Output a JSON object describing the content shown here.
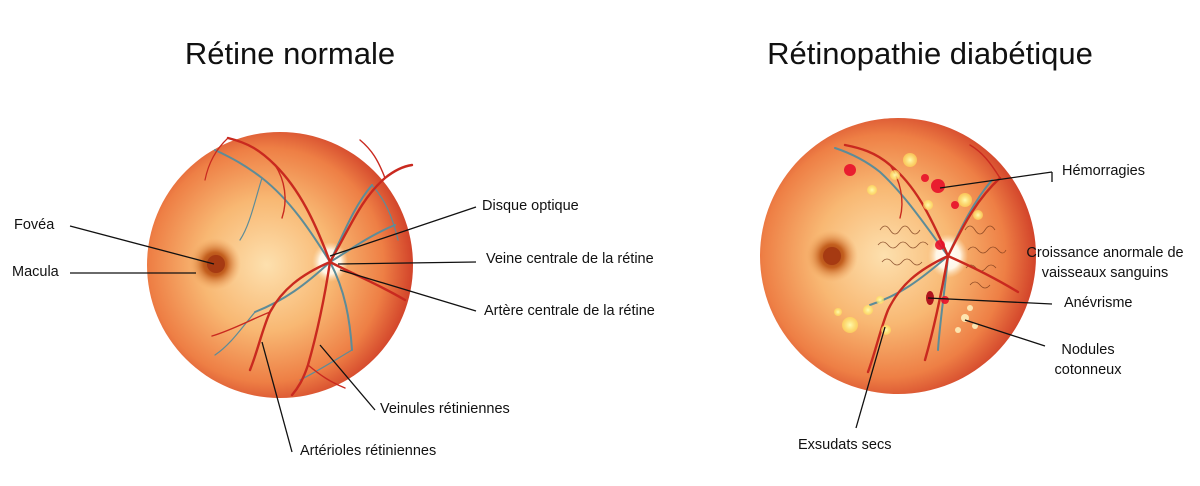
{
  "titles": {
    "left": "Rétine normale",
    "right": "Rétinopathie diabétique"
  },
  "left_labels": {
    "fovea": "Fovéa",
    "macula": "Macula",
    "disque_optique": "Disque optique",
    "veine_centrale": "Veine centrale de la rétine",
    "artere_centrale": "Artère centrale de la rétine",
    "veinules": "Veinules rétiniennes",
    "arterioles": "Artérioles rétiniennes"
  },
  "right_labels": {
    "hemorragies": "Hémorragies",
    "croissance_line1": "Croissance anormale de",
    "croissance_line2": "vaisseaux sanguins",
    "anevrisme": "Anévrisme",
    "nodules_line1": "Nodules",
    "nodules_line2": "cotonneux",
    "exsudats": "Exsudats secs"
  },
  "colors": {
    "retina_center": "#fbd49a",
    "retina_mid": "#f4a05a",
    "retina_edge": "#d9472a",
    "artery": "#c8281e",
    "vein": "#5a8fa0",
    "macula": "#b5481c",
    "exudate": "#fff27a",
    "hemorrhage": "#e8102a"
  }
}
